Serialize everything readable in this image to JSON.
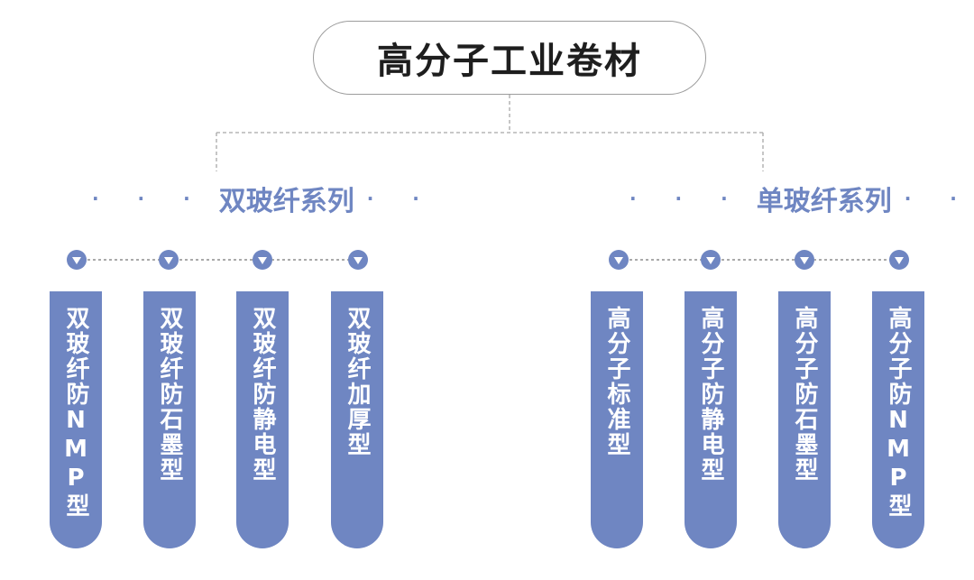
{
  "root": {
    "title": "高分子工业卷材"
  },
  "colors": {
    "accent": "#6f86c2",
    "line": "#a0a0a0",
    "text": "#1e1e1e"
  },
  "branches": [
    {
      "title": "双玻纤系列",
      "dots_left": "· · ·",
      "dots_right": "· ·",
      "items": [
        {
          "label": "双玻纤防NMP型"
        },
        {
          "label": "双玻纤防石墨型"
        },
        {
          "label": "双玻纤防静电型"
        },
        {
          "label": "双玻纤加厚型"
        }
      ]
    },
    {
      "title": "单玻纤系列",
      "dots_left": "· · ·",
      "dots_right": "· ·",
      "items": [
        {
          "label": "高分子标准型"
        },
        {
          "label": "高分子防静电型"
        },
        {
          "label": "高分子防石墨型"
        },
        {
          "label": "高分子防NMP型"
        }
      ]
    }
  ]
}
